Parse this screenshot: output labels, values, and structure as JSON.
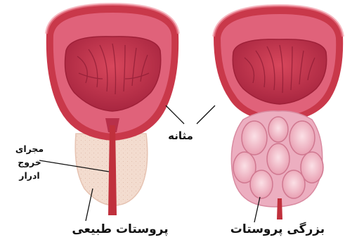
{
  "labels": {
    "urethra": "مجرای خروج ادرار",
    "bladder": "مثانه",
    "normal_prostate": "پروستات طبیعی",
    "enlarged_prostate": "بزرگی پروستات"
  },
  "colors": {
    "bladder_outer": "#c9384a",
    "bladder_wall": "#e0627a",
    "bladder_inner": "#b8304a",
    "prostate_normal": "#f3dccf",
    "prostate_enlarged": "#ecaec0",
    "lobe_fill": "#f7c9d4",
    "urethra": "#c0303c"
  }
}
